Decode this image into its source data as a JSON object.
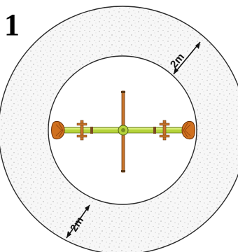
{
  "figure": {
    "number": "1"
  },
  "dimensions": {
    "top_right_label": "2m",
    "bottom_left_label": "2m"
  },
  "colors": {
    "safety_zone_fill": "#f4f4f4",
    "outline": "#222222",
    "beam": "#b5d33a",
    "post": "#c8742b",
    "seat": "#d0701f"
  },
  "icons": {
    "seesaw": "seesaw-equipment-icon"
  }
}
